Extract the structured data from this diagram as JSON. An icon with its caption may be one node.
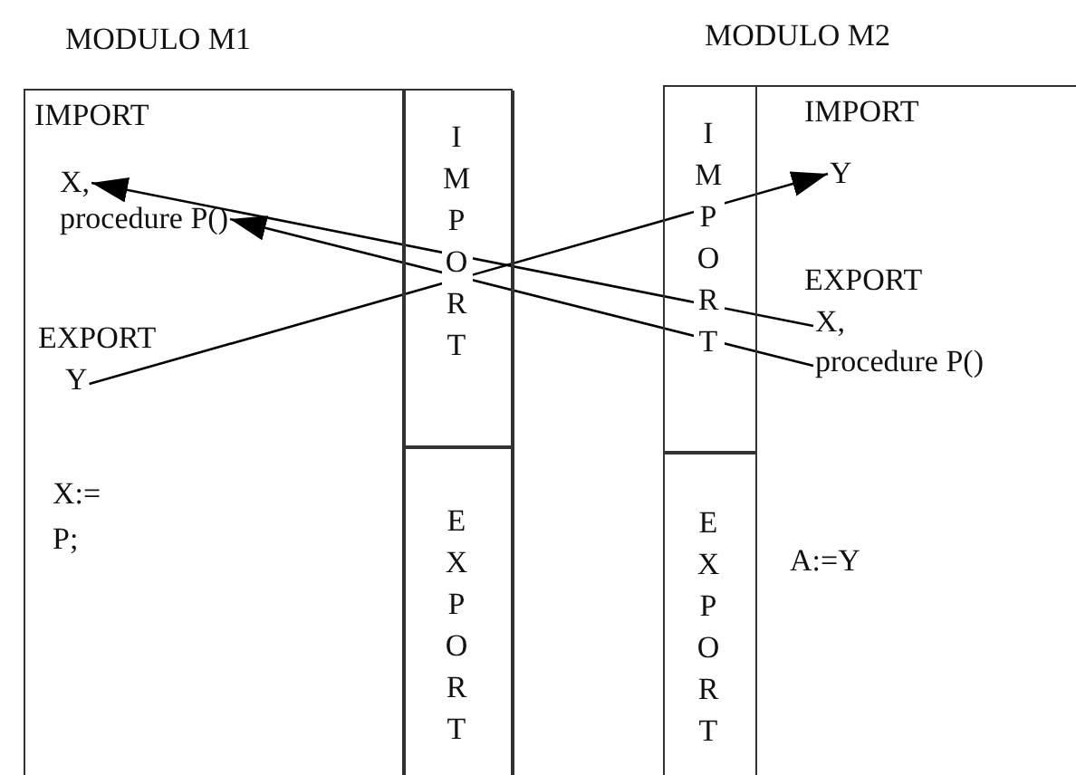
{
  "diagram": {
    "nodes": [
      {
        "text": [
          "MODULO M1",
          "IMPORT",
          "EXPORT"
        ]
      },
      {
        "text": [
          "X,"
        ],
        "in": 0
      },
      {
        "text": [
          "procedure P()"
        ],
        "in": 0
      },
      {
        "text": [
          "Y"
        ],
        "in": 0
      },
      {
        "text": [
          "MODULO M2",
          "IMPORT",
          "EXPORT"
        ]
      },
      {
        "text": [
          "Y"
        ],
        "in": 4
      },
      {
        "text": [
          "X,"
        ],
        "in": 4
      },
      {
        "text": [
          "procedure P()"
        ],
        "in": 4
      }
    ],
    "edges": [
      {
        "from": 6,
        "to": 1,
        "arrow": "to"
      },
      {
        "from": 7,
        "to": 2,
        "arrow": "to"
      },
      {
        "from": 3,
        "to": 5,
        "arrow": "to"
      }
    ],
    "labels": [
      "IMPORT",
      "EXPORT",
      "X:=",
      "P;",
      "IMPORT",
      "EXPORT",
      "A:=Y"
    ]
  }
}
